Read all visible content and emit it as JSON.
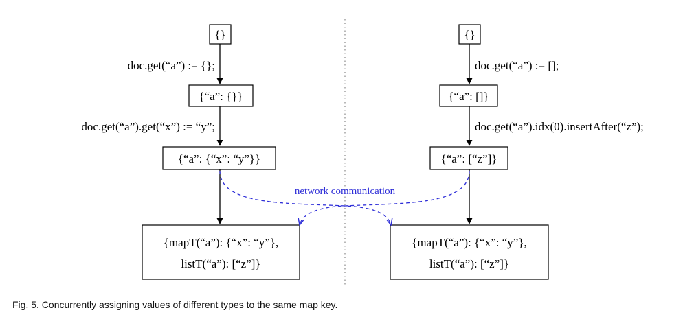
{
  "caption": "Fig. 5. Concurrently assigning values of different types to the same map key.",
  "network_label": "network communication",
  "left": {
    "initial": "{}",
    "op1": "doc.get(“a”) := {};",
    "state1": "{“a”: {}}",
    "op2": "doc.get(“a”).get(“x”) := “y”;",
    "state2": "{“a”: {“x”: “y”}}",
    "merged_line1": "{mapT(“a”): {“x”: “y”},",
    "merged_line2": "listT(“a”): [“z”]}"
  },
  "right": {
    "initial": "{}",
    "op1": "doc.get(“a”) := [];",
    "state1": "{“a”: []}",
    "op2": "doc.get(“a”).idx(0).insertAfter(“z”);",
    "state2": "{“a”: [“z”]}",
    "merged_line1": "{mapT(“a”): {“x”: “y”},",
    "merged_line2": "listT(“a”): [“z”]}"
  },
  "colors": {
    "network": "#2f2fd8",
    "text": "#000000"
  }
}
